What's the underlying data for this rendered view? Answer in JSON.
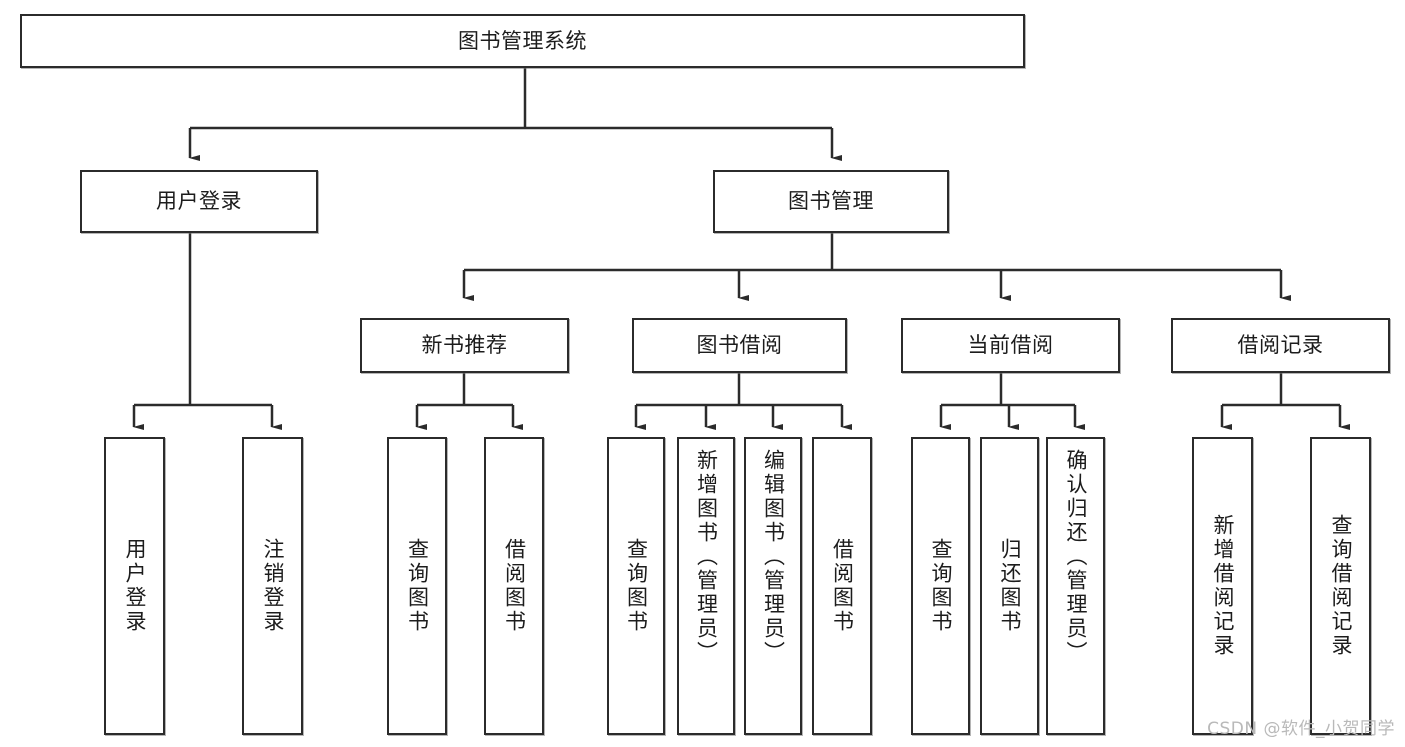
{
  "diagram": {
    "type": "tree-hierarchy",
    "title": "图书管理系统",
    "root": {
      "id": "root",
      "label": "图书管理系统",
      "level": 1
    },
    "level2": [
      {
        "id": "user-login",
        "label": "用户登录",
        "level": 2
      },
      {
        "id": "book-management",
        "label": "图书管理",
        "level": 2
      }
    ],
    "level3": [
      {
        "id": "new-book-recommend",
        "label": "新书推荐",
        "level": 3,
        "parent": "book-management"
      },
      {
        "id": "book-borrow",
        "label": "图书借阅",
        "level": 3,
        "parent": "book-management"
      },
      {
        "id": "current-borrow",
        "label": "当前借阅",
        "level": 3,
        "parent": "book-management"
      },
      {
        "id": "borrow-record",
        "label": "借阅记录",
        "level": 3,
        "parent": "book-management"
      }
    ],
    "leaves": [
      {
        "id": "leaf-user-login",
        "label": "用户登录",
        "parent": "user-login"
      },
      {
        "id": "leaf-logout-login",
        "label": "注销登录",
        "parent": "user-login"
      },
      {
        "id": "leaf-query-book-1",
        "label": "查询图书",
        "parent": "new-book-recommend"
      },
      {
        "id": "leaf-borrow-book-1",
        "label": "借阅图书",
        "parent": "new-book-recommend"
      },
      {
        "id": "leaf-query-book-2",
        "label": "查询图书",
        "parent": "book-borrow"
      },
      {
        "id": "leaf-add-book",
        "label": "新增图书（管理员）",
        "parent": "book-borrow"
      },
      {
        "id": "leaf-edit-book",
        "label": "编辑图书（管理员）",
        "parent": "book-borrow"
      },
      {
        "id": "leaf-borrow-book-2",
        "label": "借阅图书",
        "parent": "book-borrow"
      },
      {
        "id": "leaf-query-book-3",
        "label": "查询图书",
        "parent": "current-borrow"
      },
      {
        "id": "leaf-return-book",
        "label": "归还图书",
        "parent": "current-borrow"
      },
      {
        "id": "leaf-confirm-return",
        "label": "确认归还（管理员）",
        "parent": "current-borrow"
      },
      {
        "id": "leaf-add-record",
        "label": "新增借阅记录",
        "parent": "borrow-record"
      },
      {
        "id": "leaf-query-record",
        "label": "查询借阅记录",
        "parent": "borrow-record"
      }
    ],
    "colors": {
      "stroke": "#2b2b2b",
      "fill": "#ffffff",
      "text": "#1c1c1c",
      "watermark": "#b9b9b9"
    }
  },
  "watermark": {
    "text": "CSDN @软件_小贺同学"
  }
}
